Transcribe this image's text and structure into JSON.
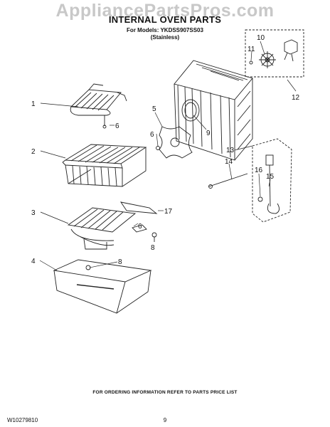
{
  "watermark": "AppliancePartsPros.com",
  "header": {
    "title": "INTERNAL OVEN PARTS",
    "models_line": "For Models: YKDSS907SS03",
    "finish": "(Stainless)"
  },
  "callouts": [
    "1",
    "6",
    "2",
    "3",
    "6",
    "8",
    "17",
    "4",
    "8",
    "5",
    "6",
    "9",
    "10",
    "11",
    "12",
    "13",
    "14",
    "16",
    "15"
  ],
  "footer": {
    "ordering_note": "FOR ORDERING INFORMATION REFER TO PARTS PRICE LIST",
    "doc_number": "W10279810",
    "page_number": "9"
  }
}
